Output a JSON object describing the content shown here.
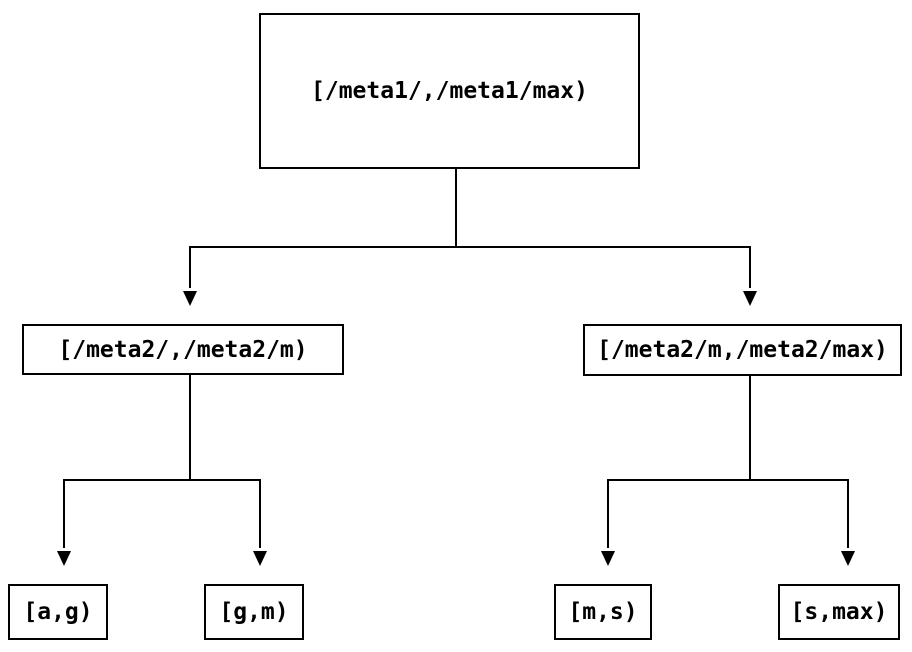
{
  "diagram": {
    "type": "tree",
    "colors": {
      "background": "#ffffff",
      "node_background": "#ffffff",
      "border": "#000000",
      "line": "#000000",
      "text": "#000000"
    },
    "nodes": {
      "root": {
        "label": "[/meta1/,/meta1/max)"
      },
      "left": {
        "label": "[/meta2/,/meta2/m)"
      },
      "right": {
        "label": "[/meta2/m,/meta2/max)"
      },
      "leaf_ag": {
        "label": "[a,g)"
      },
      "leaf_gm": {
        "label": "[g,m)"
      },
      "leaf_ms": {
        "label": "[m,s)"
      },
      "leaf_smax": {
        "label": "[s,max)"
      }
    },
    "edges": [
      {
        "from": "root",
        "to": "left",
        "arrowhead": "filled-triangle-down"
      },
      {
        "from": "root",
        "to": "right",
        "arrowhead": "filled-triangle-down"
      },
      {
        "from": "left",
        "to": "leaf_ag",
        "arrowhead": "filled-triangle-down"
      },
      {
        "from": "left",
        "to": "leaf_gm",
        "arrowhead": "filled-triangle-down"
      },
      {
        "from": "right",
        "to": "leaf_ms",
        "arrowhead": "filled-triangle-down"
      },
      {
        "from": "right",
        "to": "leaf_smax",
        "arrowhead": "filled-triangle-down"
      }
    ]
  }
}
